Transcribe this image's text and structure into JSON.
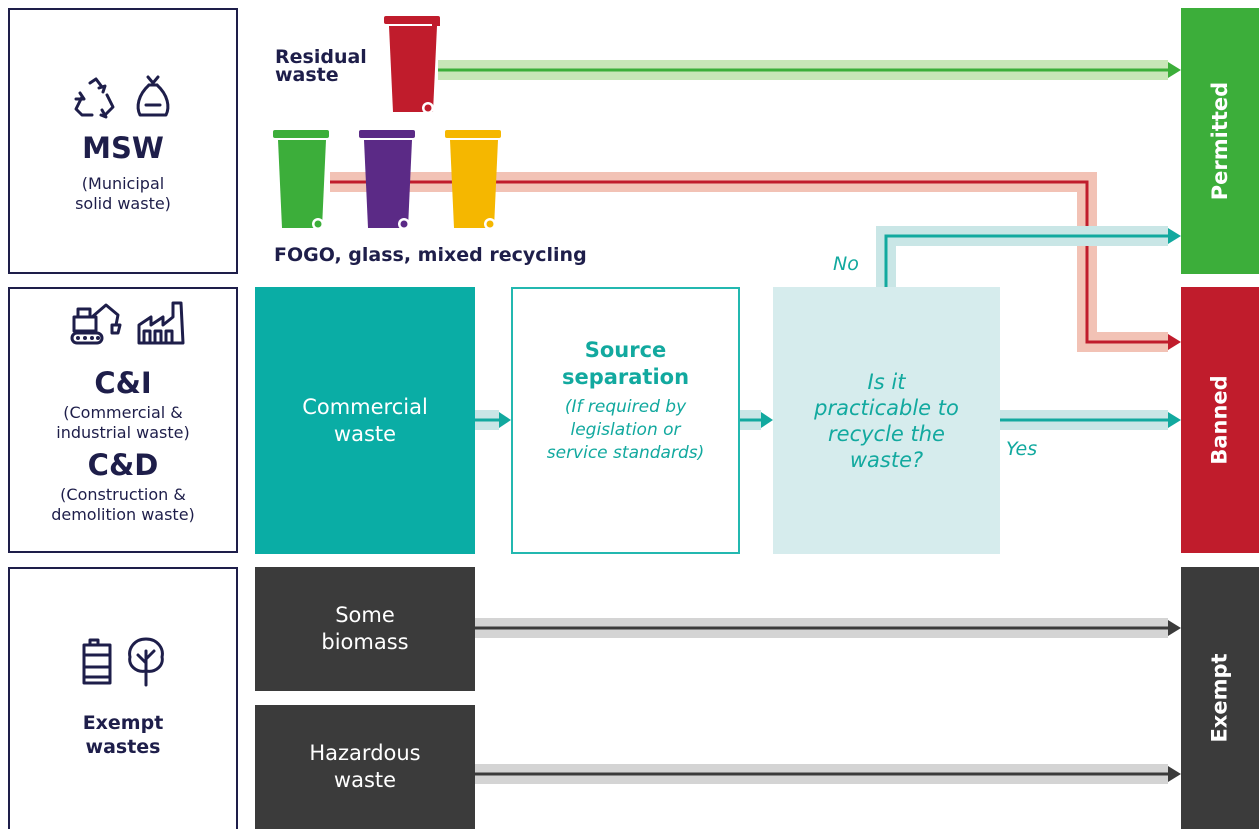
{
  "categories": {
    "msw": {
      "title": "MSW",
      "subtitle": "(Municipal solid waste)",
      "icons": [
        "recycle-icon",
        "rubbish-bag-icon"
      ]
    },
    "ci": {
      "title": "C&I",
      "subtitle": "(Commercial & industrial waste)",
      "icons": [
        "excavator-icon",
        "factory-icon"
      ]
    },
    "cd": {
      "title": "C&D",
      "subtitle": "(Construction & demolition waste)"
    },
    "exempt": {
      "title": "Exempt wastes",
      "icons": [
        "barrel-icon",
        "tree-icon"
      ]
    }
  },
  "bins": {
    "residual_label": "Residual waste",
    "recycling_label": "FOGO, glass, mixed recycling",
    "colors": {
      "residual": "#c01c2c",
      "fogo": "#3cae3a",
      "glass": "#5b2a86",
      "mixed": "#f5b700"
    }
  },
  "process": {
    "commercial": "Commercial waste",
    "source_title": "Source separation",
    "source_sub": "(If required by legislation or service standards)",
    "question": "Is it practicable to recycle the waste?",
    "no_label": "No",
    "yes_label": "Yes"
  },
  "exempt_items": {
    "biomass": "Some biomass",
    "hazardous": "Hazardous waste"
  },
  "outcomes": {
    "permitted": {
      "label": "Permitted",
      "color": "#3cae3a"
    },
    "banned": {
      "label": "Banned",
      "color": "#c01c2c"
    },
    "exempt": {
      "label": "Exempt",
      "color": "#3b3b3b"
    }
  }
}
